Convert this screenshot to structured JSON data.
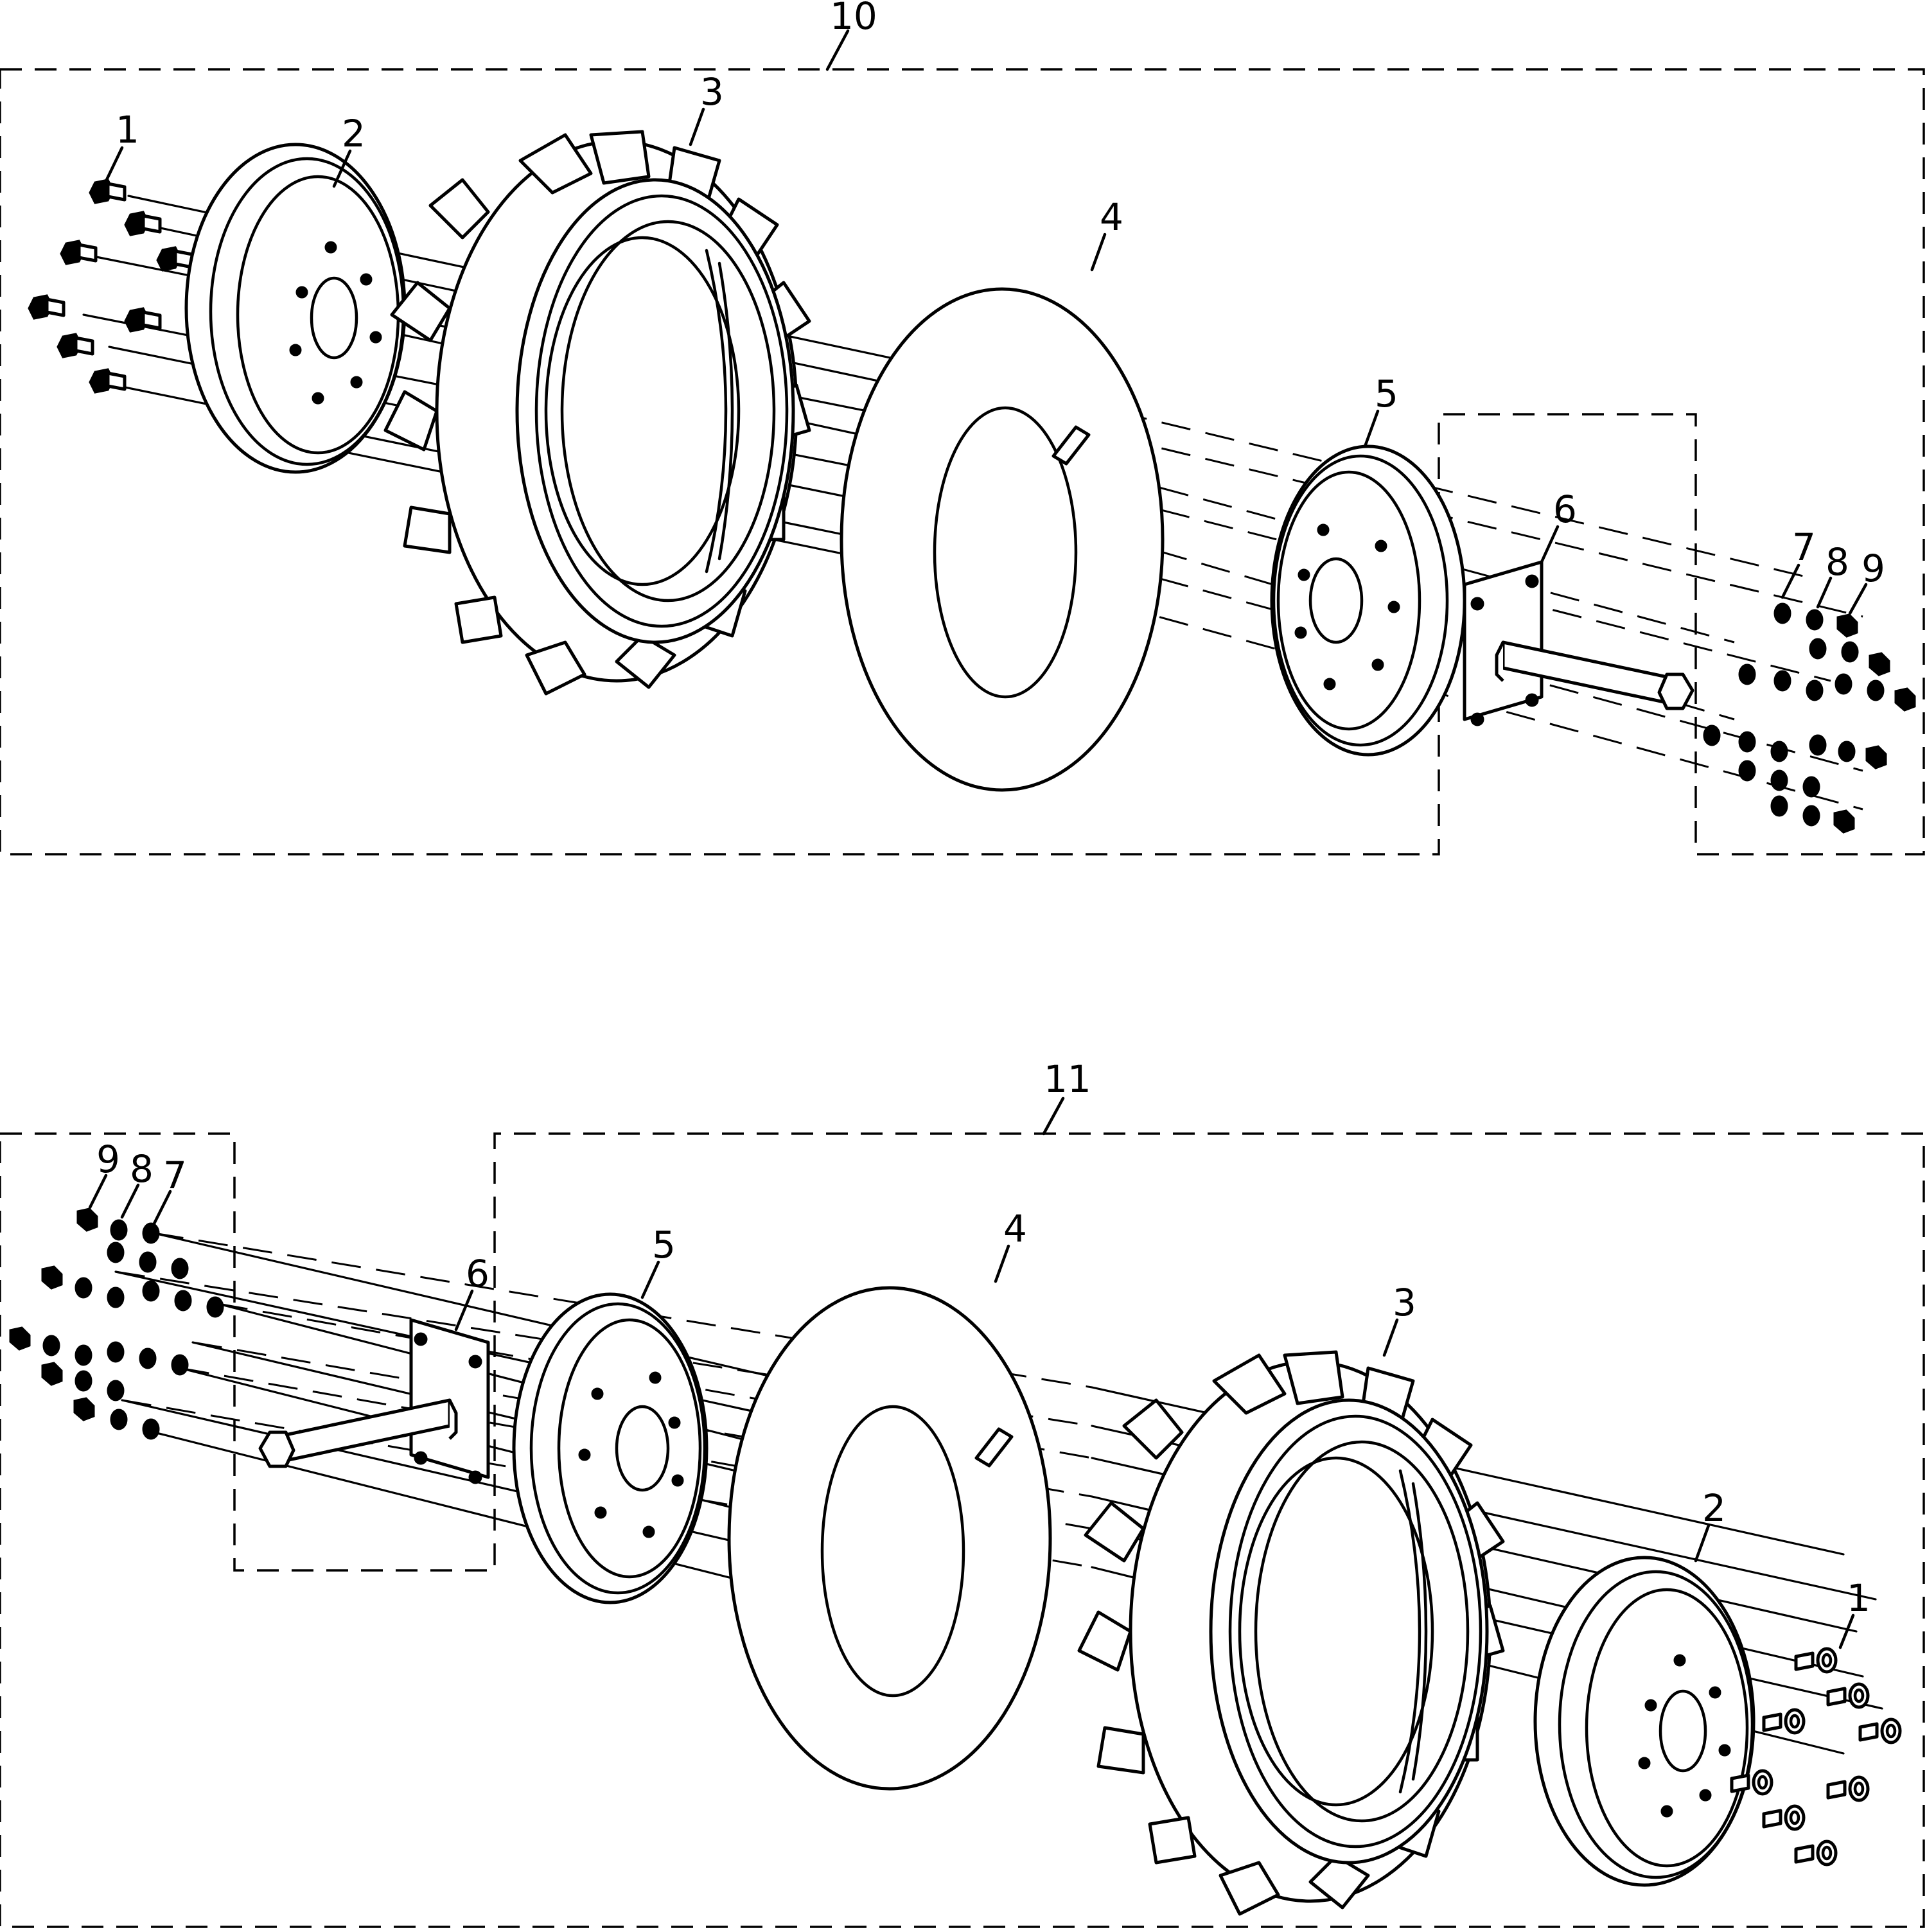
{
  "labels": {
    "group_top": "10",
    "group_bottom": "11",
    "bolt": "1",
    "hub": "2",
    "tire": "3",
    "tube": "4",
    "rim": "5",
    "axle": "6",
    "washer": "7",
    "spring_washer": "8",
    "nut": "9"
  },
  "colors": {
    "line": "#000000",
    "background": "#ffffff"
  }
}
